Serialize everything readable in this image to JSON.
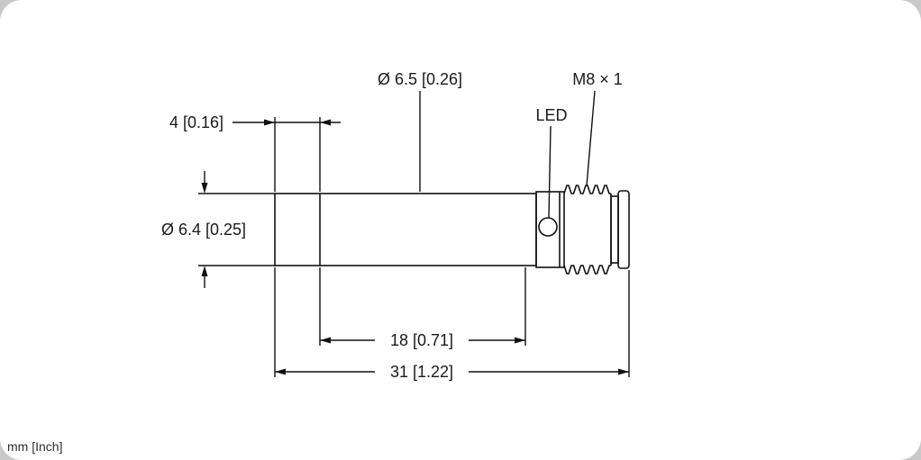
{
  "drawing": {
    "labels": {
      "body_diameter": "Ø 6.5 [0.26]",
      "thread_spec": "M8 × 1",
      "led": "LED",
      "tip_length": "4 [0.16]",
      "tip_diameter": "Ø 6.4 [0.25]",
      "barrel_length": "18 [0.71]",
      "total_length": "31 [1.22]"
    },
    "units_note": "mm [Inch]",
    "colors": {
      "line": "#111111",
      "background": "#ffffff",
      "page_corner": "#c9c9c9"
    }
  }
}
